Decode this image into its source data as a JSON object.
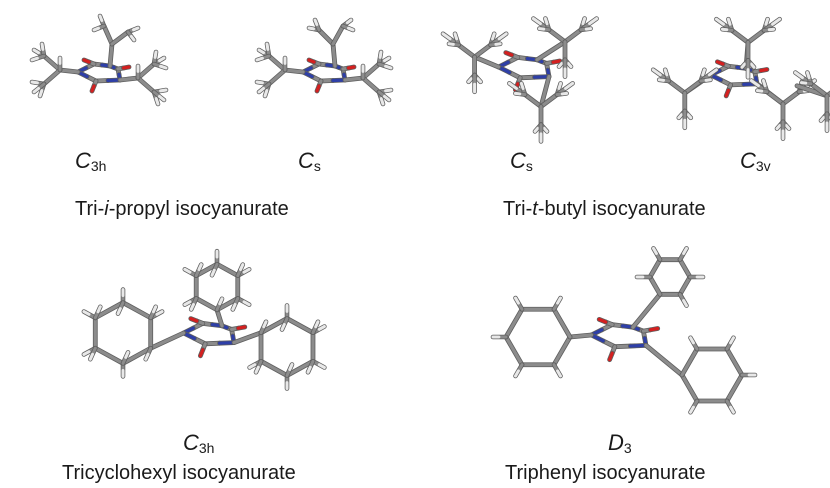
{
  "colors": {
    "carbon": "#8c8c8c",
    "carbon_dark": "#5f5f5f",
    "hydrogen": "#e8e8e8",
    "hydrogen_edge": "#a8a8a8",
    "nitrogen": "#2e3fa8",
    "oxygen": "#d42020",
    "text": "#1a1a1a"
  },
  "top_row": {
    "symmetry_labels": [
      {
        "letter": "C",
        "sub": "3h"
      },
      {
        "letter": "C",
        "sub": "s"
      },
      {
        "letter": "C",
        "sub": "s"
      },
      {
        "letter": "C",
        "sub": "3v"
      }
    ],
    "captions": [
      {
        "pre": "Tri-",
        "ital": "i",
        "post": "-propyl isocyanurate"
      },
      {
        "pre": "Tri-",
        "ital": "t",
        "post": "-butyl isocyanurate"
      }
    ]
  },
  "bottom_row": {
    "symmetry_labels": [
      {
        "letter": "C",
        "sub": "3h"
      },
      {
        "letter": "D",
        "sub": "3"
      }
    ],
    "captions": [
      {
        "text": "Tricyclohexyl isocyanurate"
      },
      {
        "text": "Triphenyl isocyanurate"
      }
    ]
  },
  "molecules": [
    {
      "name": "tri-i-propyl-c3h-model",
      "conformer": "C3h"
    },
    {
      "name": "tri-i-propyl-cs-model",
      "conformer": "Cs"
    },
    {
      "name": "tri-t-butyl-cs-model",
      "conformer": "Cs"
    },
    {
      "name": "tri-t-butyl-c3v-model",
      "conformer": "C3v"
    },
    {
      "name": "tricyclohexyl-c3h-model",
      "conformer": "C3h"
    },
    {
      "name": "triphenyl-d3-model",
      "conformer": "D3"
    }
  ]
}
